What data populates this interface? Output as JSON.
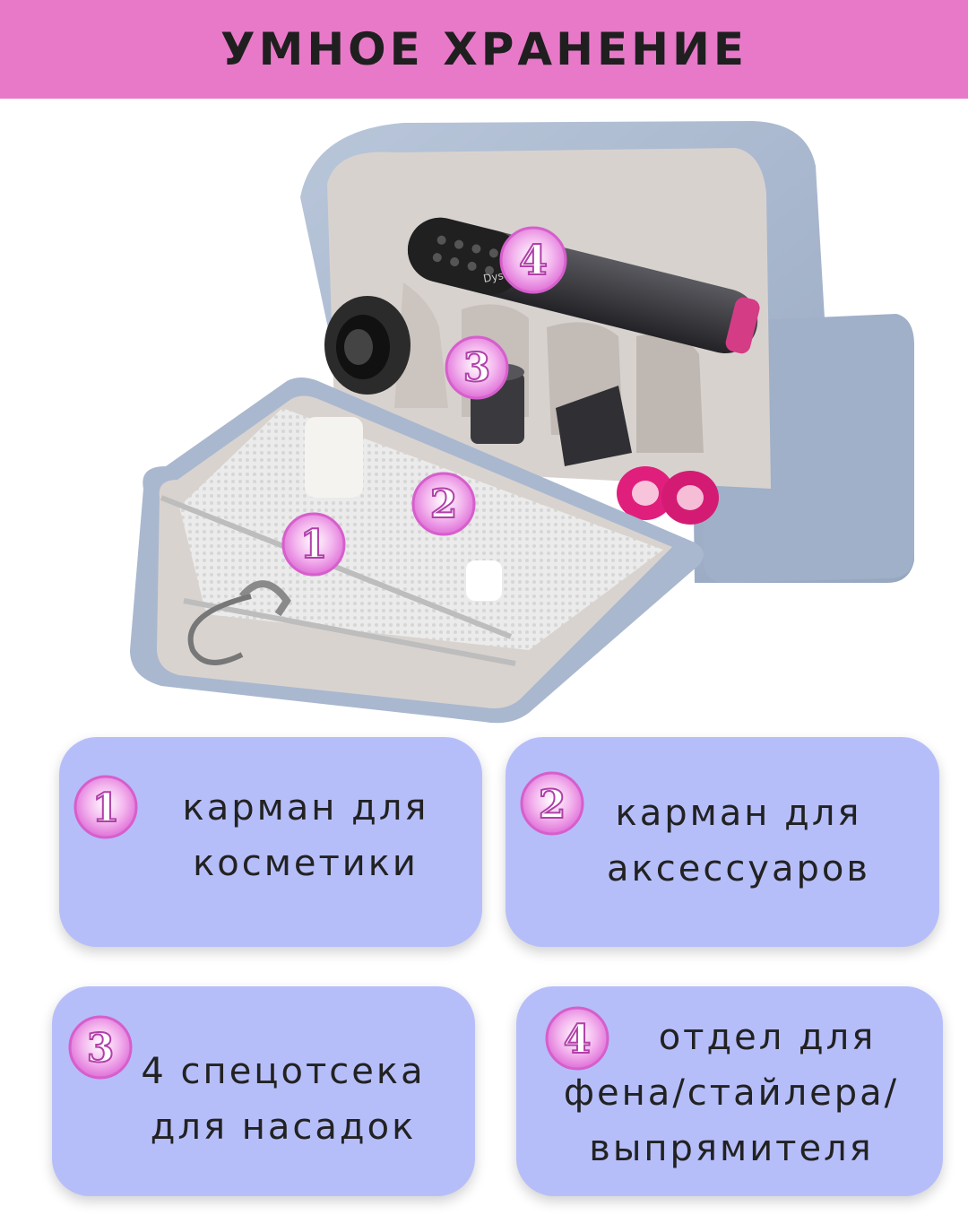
{
  "banner": {
    "title": "УМНОЕ ХРАНЕНИЕ",
    "color": "#e879c8"
  },
  "product_image": {
    "description_icon": "hair-tool-organizer-bag",
    "markers": [
      "1",
      "2",
      "3",
      "4"
    ],
    "brand_text": "Dyson"
  },
  "features": [
    {
      "number": "1",
      "line1": "карман для",
      "line2": "косметики"
    },
    {
      "number": "2",
      "line1": "карман для",
      "line2": "аксессуаров"
    },
    {
      "number": "3",
      "line1": "4 спецотсека",
      "line2": "для насадок"
    },
    {
      "number": "4",
      "line1": "отдел для",
      "line2": "фена/стайлера/",
      "line3": "выпрямителя"
    }
  ],
  "colors": {
    "card": "#b6befa",
    "badge": "#ee7fe0",
    "bag": "#a9b8cf"
  }
}
